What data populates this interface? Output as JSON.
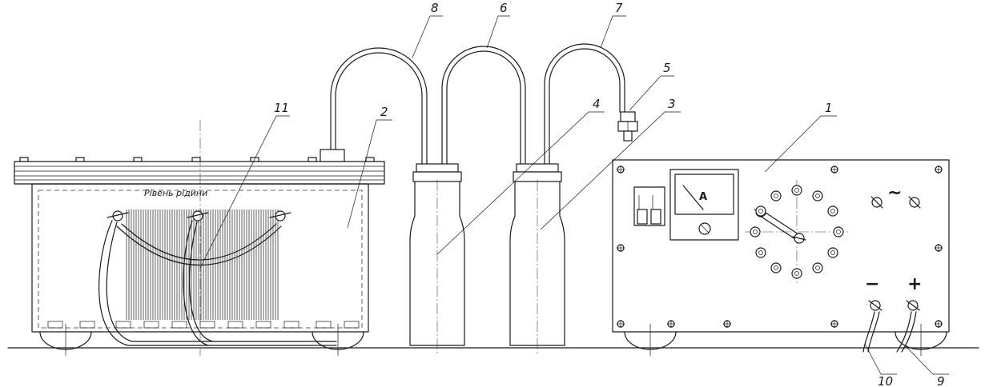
{
  "diagram": {
    "level_label": "Рівень рідини",
    "ammeter_label": "A",
    "minus_sign": "−",
    "plus_sign": "+",
    "ac_symbol": "~",
    "callouts": [
      {
        "id": "c1",
        "text": "1"
      },
      {
        "id": "c2",
        "text": "2"
      },
      {
        "id": "c3",
        "text": "3"
      },
      {
        "id": "c4",
        "text": "4"
      },
      {
        "id": "c5",
        "text": "5"
      },
      {
        "id": "c6",
        "text": "6"
      },
      {
        "id": "c7",
        "text": "7"
      },
      {
        "id": "c8",
        "text": "8"
      },
      {
        "id": "c9",
        "text": "9"
      },
      {
        "id": "c10",
        "text": "10"
      },
      {
        "id": "c11",
        "text": "11"
      }
    ]
  }
}
